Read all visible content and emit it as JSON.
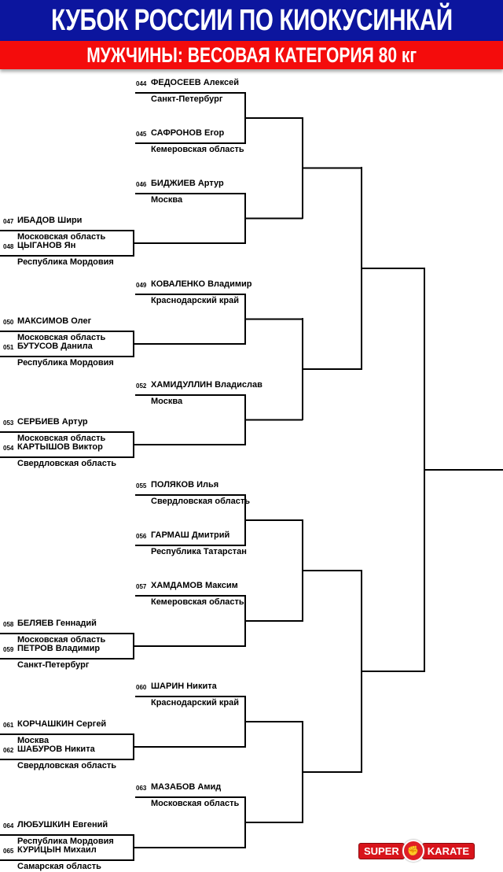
{
  "header": {
    "title": "КУБОК РОССИИ ПО КИОКУСИНКАЙ",
    "subtitle": "МУЖЧИНЫ: ВЕСОВАЯ КАТЕГОРИЯ 80 кг",
    "colors": {
      "blue": "#0c159e",
      "red": "#f40c0c"
    }
  },
  "participants": [
    {
      "num": "044",
      "name": "ФЕДОСЕЕВ Алексей",
      "region": "Санкт-Петербург"
    },
    {
      "num": "045",
      "name": "САФРОНОВ Егор",
      "region": "Кемеровская область"
    },
    {
      "num": "046",
      "name": "БИДЖИЕВ Артур",
      "region": "Москва"
    },
    {
      "num": "047",
      "name": "ИБАДОВ Шири",
      "region": "Московская область"
    },
    {
      "num": "048",
      "name": "ЦЫГАНОВ Ян",
      "region": "Республика Мордовия"
    },
    {
      "num": "049",
      "name": "КОВАЛЕНКО Владимир",
      "region": "Краснодарский край"
    },
    {
      "num": "050",
      "name": "МАКСИМОВ Олег",
      "region": "Московская область"
    },
    {
      "num": "051",
      "name": "БУТУСОВ Данила",
      "region": "Республика Мордовия"
    },
    {
      "num": "052",
      "name": "ХАМИДУЛЛИН Владислав",
      "region": "Москва"
    },
    {
      "num": "053",
      "name": "СЕРБИЕВ Артур",
      "region": "Московская область"
    },
    {
      "num": "054",
      "name": "КАРТЫШОВ Виктор",
      "region": "Свердловская область"
    },
    {
      "num": "055",
      "name": "ПОЛЯКОВ Илья",
      "region": "Свердловская область"
    },
    {
      "num": "056",
      "name": "ГАРМАШ Дмитрий",
      "region": "Республика Татарстан"
    },
    {
      "num": "057",
      "name": "ХАМДАМОВ Максим",
      "region": "Кемеровская область"
    },
    {
      "num": "058",
      "name": "БЕЛЯЕВ Геннадий",
      "region": "Московская область"
    },
    {
      "num": "059",
      "name": "ПЕТРОВ Владимир",
      "region": "Санкт-Петербург"
    },
    {
      "num": "060",
      "name": "ШАРИН Никита",
      "region": "Краснодарский край"
    },
    {
      "num": "061",
      "name": "КОРЧАШКИН Сергей",
      "region": "Москва"
    },
    {
      "num": "062",
      "name": "ШАБУРОВ Никита",
      "region": "Свердловская область"
    },
    {
      "num": "063",
      "name": "МАЗАБОВ Амид",
      "region": "Московская область"
    },
    {
      "num": "064",
      "name": "ЛЮБУШКИН Евгений",
      "region": "Республика Мордовия"
    },
    {
      "num": "065",
      "name": "КУРИЦЫН Михаил",
      "region": "Самарская область"
    }
  ],
  "logo": {
    "left": "SUPER",
    "right": "KARATE"
  }
}
